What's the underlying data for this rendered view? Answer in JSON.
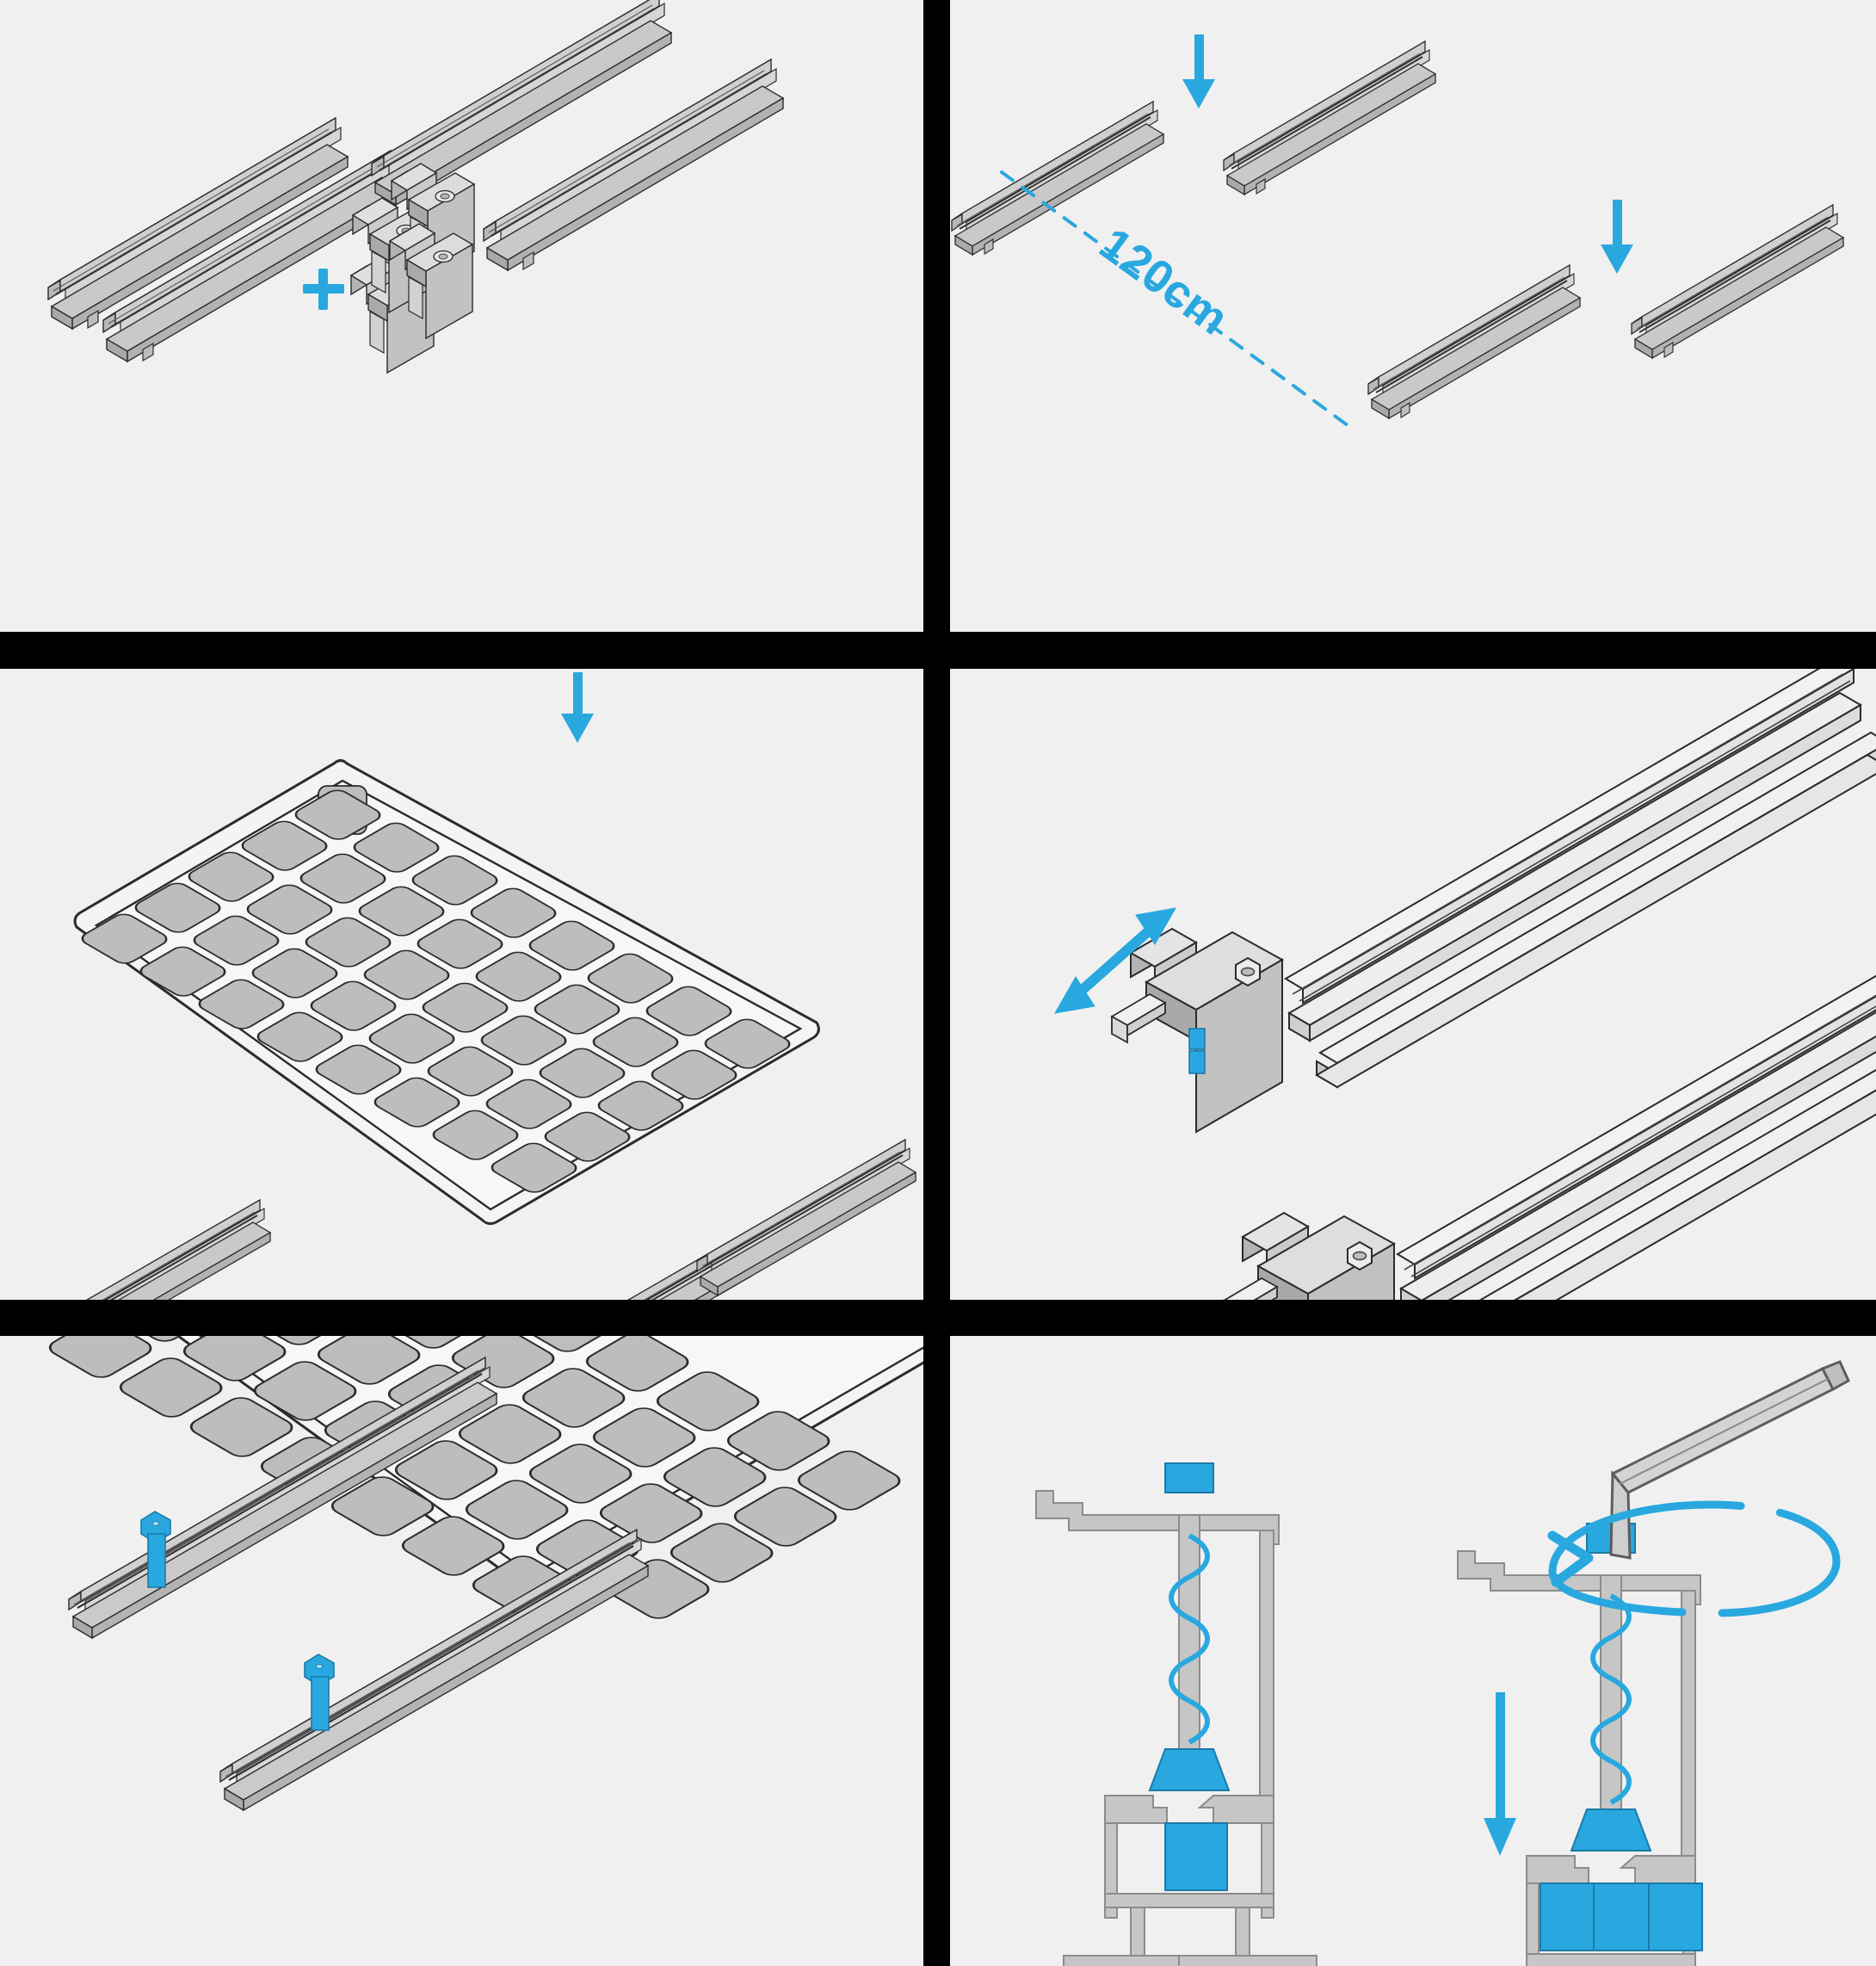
{
  "document": {
    "kind": "assembly-instruction-sheet",
    "title": "Solar panel mounting rail assembly instructions",
    "layout": {
      "columns": 2,
      "rows": 3,
      "panel_count": 6,
      "divider_color": "#000000",
      "background_color": "#f0f0f0",
      "panel_background_color": "#f0f0f0"
    },
    "palette": {
      "accent_blue": "#29a8e0",
      "accent_blue_dark": "#1c8fc4",
      "metal_light": "#d7d7d7",
      "metal_mid": "#c4c4c4",
      "metal_dark": "#a8a8a8",
      "outline": "#2b2b2b",
      "cell_fill": "#bdbdbd"
    }
  },
  "panels": [
    {
      "id": "panel-1",
      "step": 1,
      "position": "top-left",
      "caption": "",
      "contents": {
        "rails": {
          "count": 4,
          "label": "mounting rail"
        },
        "operator_symbol": "+",
        "clamps": {
          "count": 4,
          "label": "end clamp bracket"
        }
      }
    },
    {
      "id": "panel-2",
      "step": 2,
      "position": "top-right",
      "caption": "",
      "contents": {
        "rails": {
          "count": 4,
          "label": "mounting rail"
        },
        "dimension": {
          "value": "120cm",
          "style": "dashed",
          "color": "#29a8e0"
        },
        "arrows": [
          {
            "name": "down-arrow",
            "direction": "down"
          },
          {
            "name": "down-arrow",
            "direction": "down"
          }
        ]
      }
    },
    {
      "id": "panel-3",
      "step": 3,
      "position": "middle-left",
      "caption": "",
      "contents": {
        "solar_panel": {
          "cell_columns": 6,
          "cell_rows": 10,
          "label": "solar module"
        },
        "rails": {
          "count": 2,
          "label": "mounting rail"
        },
        "arrows": [
          {
            "name": "down-arrow",
            "direction": "down"
          },
          {
            "name": "down-arrow",
            "direction": "down"
          }
        ]
      }
    },
    {
      "id": "panel-4",
      "step": 4,
      "position": "middle-right",
      "caption": "",
      "contents": {
        "rails": {
          "count": 2,
          "label": "mounting rail close-up"
        },
        "clamps": {
          "count": 2,
          "label": "end clamp with hex nut"
        },
        "arrows": [
          {
            "name": "double-headed-arrow",
            "direction": "diagonal-both"
          }
        ]
      }
    },
    {
      "id": "panel-5",
      "step": 5,
      "position": "bottom-left",
      "caption": "",
      "contents": {
        "solar_panel": {
          "cell_columns": 6,
          "cell_rows": 10,
          "label": "solar module seated on rails"
        },
        "rails": {
          "count": 2,
          "label": "mounting rail"
        },
        "clamps": {
          "count": 2,
          "label": "blue end clamp",
          "color": "#29a8e0"
        }
      }
    },
    {
      "id": "panel-6",
      "step": 6,
      "position": "bottom-right",
      "caption": "",
      "contents": {
        "cross_sections": [
          {
            "name": "clamp-open",
            "state": "loose / not yet tightened"
          },
          {
            "name": "clamp-tightened",
            "state": "tightened, t-nut rotated and seated"
          }
        ],
        "tool": {
          "name": "hex-key",
          "label": "allen key"
        },
        "arrows": [
          {
            "name": "rotate-arrow",
            "direction": "clockwise"
          },
          {
            "name": "down-arrow",
            "direction": "down"
          }
        ]
      }
    }
  ],
  "labels": {
    "dimension_120cm": "120cm",
    "plus_sign": "+"
  }
}
